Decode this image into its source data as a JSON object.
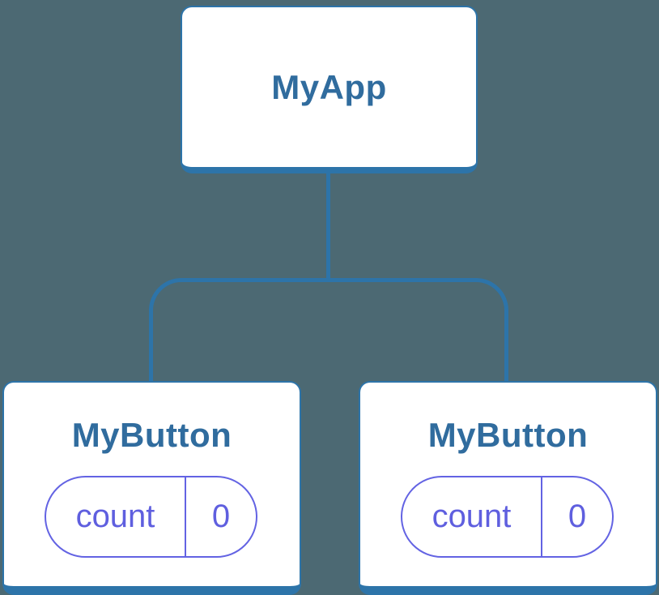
{
  "tree": {
    "root": {
      "label": "MyApp"
    },
    "children": [
      {
        "label": "MyButton",
        "state": {
          "name": "count",
          "value": "0"
        }
      },
      {
        "label": "MyButton",
        "state": {
          "name": "count",
          "value": "0"
        }
      }
    ]
  },
  "theme": {
    "background": "#4C6973",
    "connector-blue": "#2D74A9",
    "node-border-blue": "#2D74A9",
    "node-fill": "#FFFFFF",
    "node-text-blue": "#306C9E",
    "state-border-purple": "#6363E3",
    "state-text-purple": "#5F5FDF"
  }
}
